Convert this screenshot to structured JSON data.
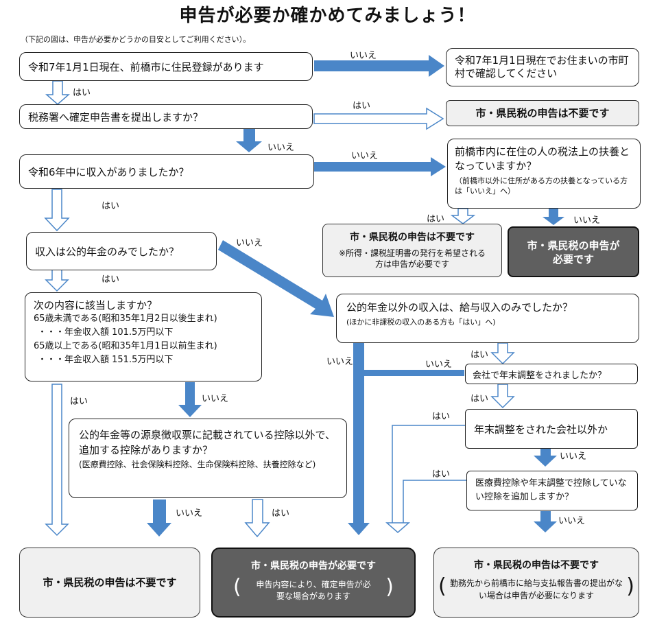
{
  "title": "申告が必要か確かめてみましょう！",
  "subtitle": "（下記の図は、申告が必要かどうかの目安としてご利用ください）。",
  "q1": "令和7年1月1日現在、前橋市に住民登録があります",
  "r1": "令和7年1月1日現在でお住まいの市町村で確認してください",
  "q2": "税務署へ確定申告書を提出しますか？",
  "r2": "市・県民税の申告は不要です",
  "q3": "令和6年中に収入がありましたか？",
  "q3b": {
    "main": "前橋市内に在住の人の税法上の扶養となっていますか？",
    "note": "（前橋市以外に住所がある方の扶養となっている方は「いいえ」へ）"
  },
  "r3a": {
    "main": "市・県民税の申告は不要です",
    "note": "※所得・課税証明書の発行を希望される方は申告が必要です"
  },
  "r3b": "市・県民税の申告が必要です",
  "q4": "収入は公的年金のみでしたか？",
  "q5": {
    "line1": "次の内容に該当しますか？",
    "line2": "65歳未満である(昭和35年1月2日以後生まれ)",
    "line3": "・・・年金収入額 101.5万円以下",
    "line4": "65歳以上である(昭和35年1月1日以前生まれ)",
    "line5": "・・・年金収入額 151.5万円以下"
  },
  "q6": {
    "main": "公的年金等の源泉徴収票に記載されている控除以外で、追加する控除がありますか？",
    "note": "(医療費控除、社会保険料控除、生命保険料控除、扶養控除など)"
  },
  "q7": {
    "main": "公的年金以外の収入は、給与収入のみでしたか？",
    "note": "(ほかに非課税の収入のある方も「はい」へ)"
  },
  "q8": "会社で年末調整をされましたか？",
  "q9": "年末調整をされた会社以外か",
  "q10": "医療費控除や年末調整で控除していない控除を追加しますか？",
  "final1": "市・県民税の申告は不要です",
  "final2": {
    "main": "市・県民税の申告が必要です",
    "note": "申告内容により、確定申告が必要な場合があります"
  },
  "final3": {
    "main": "市・県民税の申告は不要です",
    "note": "勤務先から前橋市に給与支払報告書の提出がない場合は申告が必要になります"
  },
  "labels": {
    "yes": "はい",
    "no": "いいえ"
  },
  "colors": {
    "arrow_blue": "#4a86c8",
    "dark_box": "#5f5f5f",
    "light_box": "#f0f0f0"
  }
}
